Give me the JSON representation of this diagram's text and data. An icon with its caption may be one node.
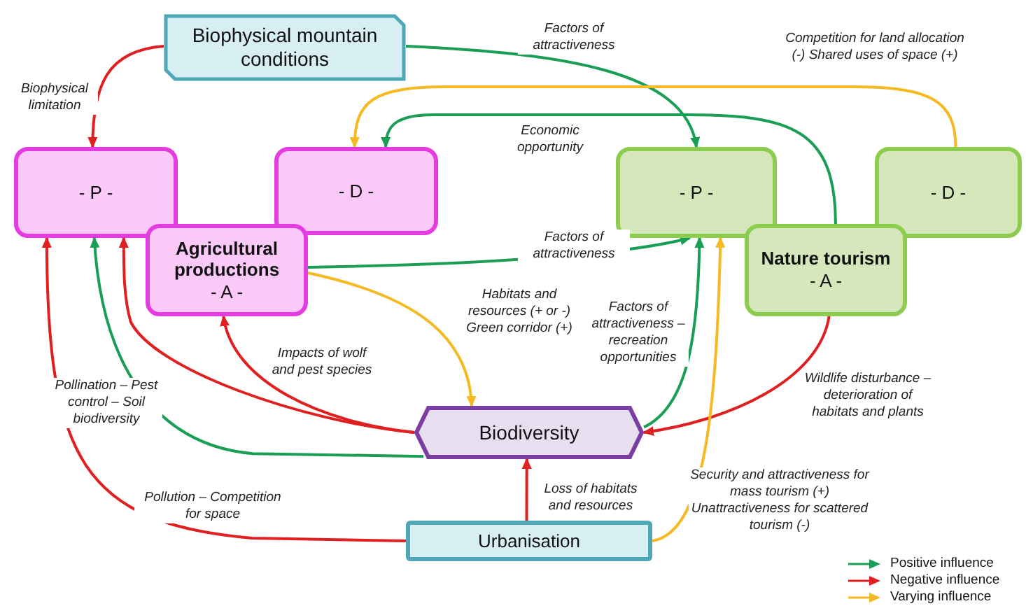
{
  "diagram": {
    "nodes": [
      {
        "text": [
          "Biophysical mountain conditions"
        ]
      },
      {
        "text": [
          "- P -"
        ]
      },
      {
        "text": [
          "- D -"
        ]
      },
      {
        "text": [
          "Agricultural productions",
          "- A -"
        ]
      },
      {
        "text": [
          "- P -"
        ]
      },
      {
        "text": [
          "- D -"
        ]
      },
      {
        "text": [
          "Nature tourism",
          "- A -"
        ]
      },
      {
        "text": [
          "Biodiversity"
        ]
      },
      {
        "text": [
          "Urbanisation"
        ]
      }
    ],
    "edges": [
      {
        "from": 0,
        "to": 1,
        "arrow": "to",
        "label": "Biophysical limitation",
        "color": "#e02020"
      },
      {
        "from": 0,
        "to": 4,
        "arrow": "to",
        "label": "Factors of attractiveness",
        "color": "#1a9e55"
      },
      {
        "from": 5,
        "to": 2,
        "arrow": "to",
        "label": "Competition for land allocation (-) Shared uses of space (+)",
        "color": "#f5b921"
      },
      {
        "from": 6,
        "to": 2,
        "arrow": "to",
        "label": "Economic opportunity",
        "color": "#1a9e55"
      },
      {
        "from": 3,
        "to": 4,
        "arrow": "to",
        "label": "Factors of attractiveness",
        "color": "#1a9e55"
      },
      {
        "from": 3,
        "to": 7,
        "arrow": "to",
        "label": "Habitats and resources (+ or -) Green corridor (+)",
        "color": "#f5b921"
      },
      {
        "from": 7,
        "to": 3,
        "arrow": "to",
        "label": "Impacts of wolf and pest species",
        "color": "#e02020"
      },
      {
        "from": 7,
        "to": 1,
        "arrow": "to",
        "color": "#e02020"
      },
      {
        "from": 7,
        "to": 1,
        "arrow": "to",
        "label": "Pollination – Pest control – Soil biodiversity",
        "color": "#1a9e55"
      },
      {
        "from": 7,
        "to": 4,
        "arrow": "to",
        "label": "Factors of attractiveness – recreation opportunities",
        "color": "#1a9e55"
      },
      {
        "from": 6,
        "to": 7,
        "arrow": "to",
        "label": "Wildlife disturbance – deterioration of habitats and plants",
        "color": "#e02020"
      },
      {
        "from": 8,
        "to": 7,
        "arrow": "to",
        "label": "Loss of habitats and resources",
        "color": "#e02020"
      },
      {
        "from": 8,
        "to": 1,
        "arrow": "to",
        "label": "Pollution – Competition for space",
        "color": "#e02020"
      },
      {
        "from": 8,
        "to": 4,
        "arrow": "to",
        "label": "Security and attractiveness for mass tourism (+) Unattractiveness for scattered tourism (-)",
        "color": "#f5b921"
      }
    ],
    "legend": [
      {
        "text": "Positive influence",
        "color": "#1a9e55"
      },
      {
        "text": "Negative influence",
        "color": "#e02020"
      },
      {
        "text": "Varying influence",
        "color": "#f5b921"
      }
    ]
  }
}
